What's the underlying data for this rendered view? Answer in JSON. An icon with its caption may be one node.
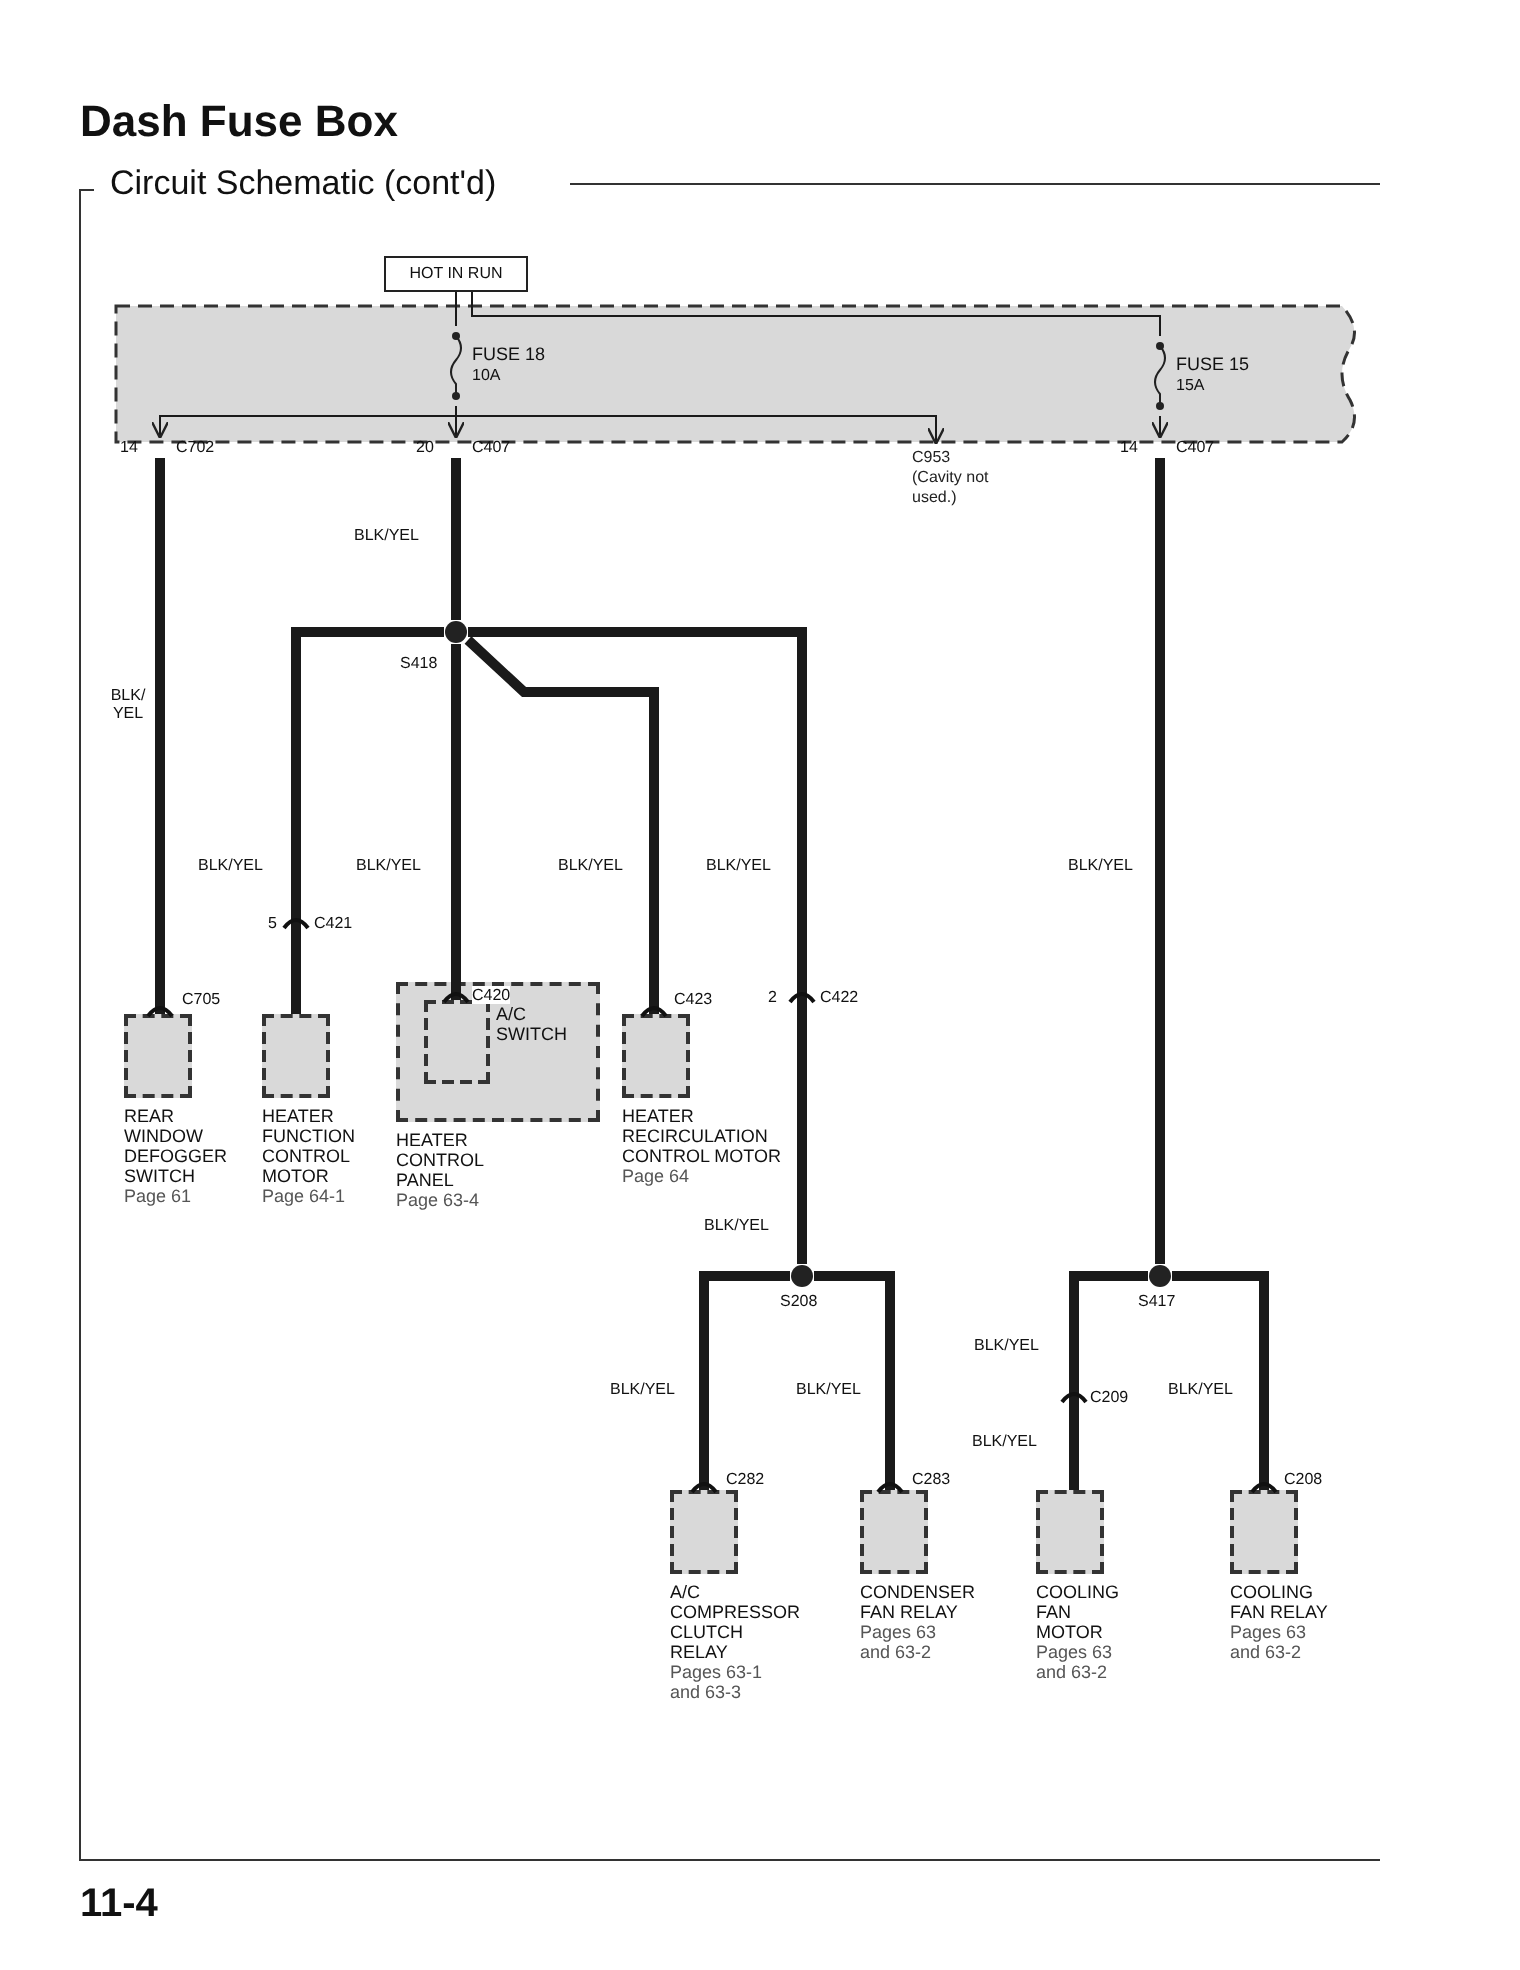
{
  "diagram": {
    "title": "Dash Fuse Box",
    "nodes": [
      {
        "text": [
          "HOT IN RUN"
        ]
      },
      {
        "text": [],
        "shape": "box"
      },
      {
        "text": [
          "FUSE 18",
          "10A"
        ],
        "in": 1
      },
      {
        "text": [
          "FUSE 15",
          "15A"
        ],
        "in": 1
      },
      {
        "text": [
          "S418"
        ]
      },
      {
        "text": [
          "S208"
        ]
      },
      {
        "text": [
          "S417"
        ]
      },
      {
        "text": [
          "REAR WINDOW DEFOGGER SWITCH",
          "Page 61"
        ]
      },
      {
        "text": [
          "HEATER FUNCTION CONTROL MOTOR",
          "Page 64-1"
        ]
      },
      {
        "text": [
          "HEATER CONTROL PANEL",
          "Page 63-4"
        ]
      },
      {
        "text": [
          "A/C SWITCH"
        ],
        "in": 9
      },
      {
        "text": [
          "HEATER RECIRCULATION CONTROL MOTOR",
          "Page 64"
        ]
      },
      {
        "text": [
          "A/C COMPRESSOR CLUTCH RELAY",
          "Pages 63-1 and 63-3"
        ]
      },
      {
        "text": [
          "CONDENSER FAN RELAY",
          "Pages 63 and 63-2"
        ]
      },
      {
        "text": [
          "COOLING FAN MOTOR",
          "Pages 63 and 63-2"
        ]
      },
      {
        "text": [
          "COOLING FAN RELAY",
          "Pages 63 and 63-2"
        ]
      },
      {
        "text": [
          "C953",
          "(Cavity not used.)"
        ]
      },
      {
        "text": [
          "C702"
        ],
        "beside": [
          "14"
        ]
      },
      {
        "text": [
          "C407"
        ],
        "beside": [
          "20"
        ]
      },
      {
        "text": [
          "C407"
        ],
        "beside": [
          "14"
        ]
      }
    ],
    "edges": [
      {
        "from": 0,
        "to": 2,
        "arrow": "none"
      },
      {
        "from": 0,
        "to": 3,
        "arrow": "none"
      },
      {
        "from": 2,
        "to": 17,
        "arrow": "to"
      },
      {
        "from": 2,
        "to": 16,
        "arrow": "to"
      },
      {
        "from": 2,
        "to": 18,
        "arrow": "to"
      },
      {
        "from": 3,
        "to": 19,
        "arrow": "to"
      },
      {
        "from": 17,
        "to": 7,
        "arrow": "none",
        "label": "BLK/ YEL"
      },
      {
        "from": 18,
        "to": 4,
        "arrow": "none",
        "label": "BLK/YEL"
      },
      {
        "from": 4,
        "to": 8,
        "arrow": "none",
        "label": "BLK/YEL"
      },
      {
        "from": 4,
        "to": 10,
        "arrow": "none",
        "label": "BLK/YEL"
      },
      {
        "from": 4,
        "to": 11,
        "arrow": "none",
        "label": "BLK/YEL"
      },
      {
        "from": 4,
        "to": 5,
        "arrow": "none",
        "label": "BLK/YEL"
      },
      {
        "from": 5,
        "to": 12,
        "arrow": "none",
        "label": "BLK/YEL"
      },
      {
        "from": 5,
        "to": 13,
        "arrow": "none",
        "label": "BLK/YEL"
      },
      {
        "from": 19,
        "to": 6,
        "arrow": "none",
        "label": "BLK/YEL"
      },
      {
        "from": 6,
        "to": 14,
        "arrow": "none",
        "label": "BLK/YEL"
      },
      {
        "from": 6,
        "to": 15,
        "arrow": "none",
        "label": "BLK/YEL"
      }
    ],
    "labels": [
      "Circuit Schematic (cont'd)",
      "5",
      "C421",
      "C705",
      "C420",
      "C423",
      "2",
      "C422",
      "BLK/YEL",
      "BLK/YEL",
      "C282",
      "C283",
      "C209",
      "C208",
      "11-4"
    ]
  }
}
